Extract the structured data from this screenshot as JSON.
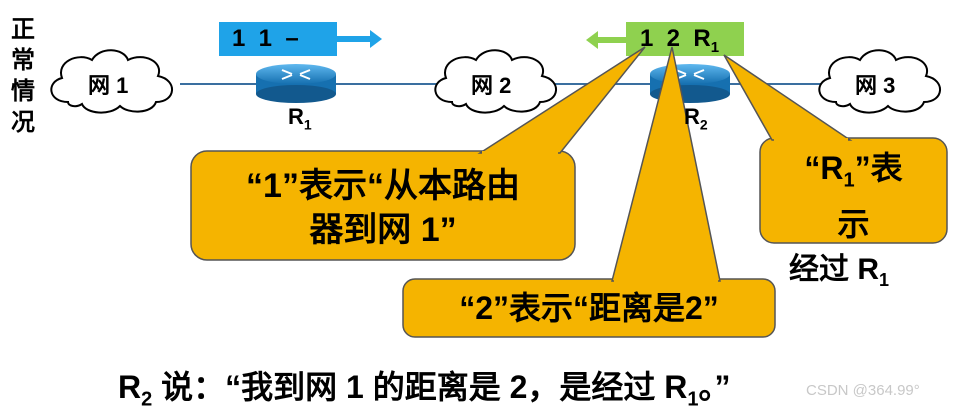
{
  "side_label": [
    "正",
    "常",
    "情",
    "况"
  ],
  "nets": {
    "net1": "网 1",
    "net2": "网 2",
    "net3": "网 3"
  },
  "routers": {
    "r1": {
      "main": "R",
      "sub": "1"
    },
    "r2": {
      "main": "R",
      "sub": "2"
    }
  },
  "msg_right": "1  1  –",
  "msg_left": {
    "text": "1  2  R",
    "sub": "1"
  },
  "bubble1": {
    "line1": "“1”表示“从本路由",
    "line2": "器到网 1”"
  },
  "bubble2": {
    "line1": "“2”表示“距离是2”"
  },
  "bubble3": {
    "line1_pre": "“R",
    "line1_sub": "1",
    "line1_post": "”表",
    "line2": "示"
  },
  "overflow_text": {
    "main": "经过 R",
    "sub": "1"
  },
  "bottom": {
    "r": "R",
    "r_sub": "2",
    "say": " 说：“我到网 1 的距离是 2，是经过 R",
    "r1_sub": "1",
    "tail": "。”"
  },
  "watermark": "CSDN @364.99°",
  "colors": {
    "bubble": "#f5b400",
    "bubble_stroke": "#555555",
    "msg_blue": "#1fa3e8",
    "msg_green": "#8fd14f",
    "router": "#1a86c8"
  }
}
